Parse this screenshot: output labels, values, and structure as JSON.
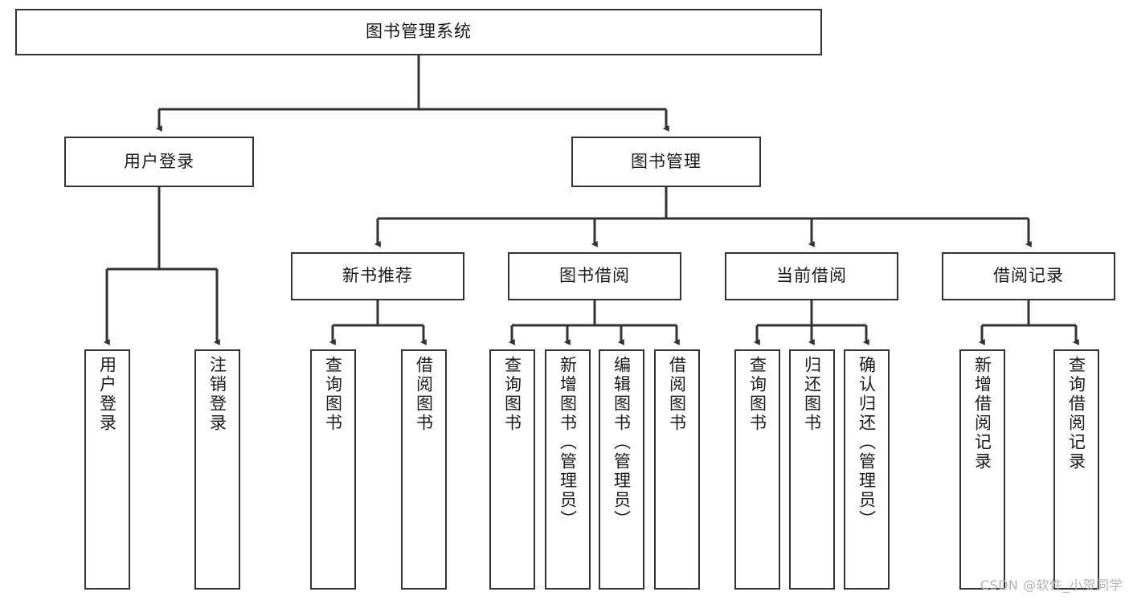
{
  "diagram": {
    "type": "tree",
    "title": "图书管理系统",
    "orientation": "top-down",
    "colors": {
      "node_border": "#333333",
      "node_fill": "#ffffff",
      "connector": "#333333",
      "text": "#1a1a1a",
      "watermark": "#b4b4b4",
      "background": "#ffffff"
    }
  },
  "watermark": {
    "text": "CSDN @软件_小贺同学"
  },
  "root": {
    "label": "图书管理系统"
  },
  "level2": [
    {
      "label": "用户登录"
    },
    {
      "label": "图书管理"
    }
  ],
  "level3": [
    {
      "label": "新书推荐"
    },
    {
      "label": "图书借阅"
    },
    {
      "label": "当前借阅"
    },
    {
      "label": "借阅记录"
    }
  ],
  "leaves": {
    "user_login": [
      {
        "label": "用户登录"
      },
      {
        "label": "注销登录"
      }
    ],
    "new_book": [
      {
        "label": "查询图书"
      },
      {
        "label": "借阅图书"
      }
    ],
    "book_borrow": [
      {
        "label": "查询图书"
      },
      {
        "label": "新增图书（管理员）"
      },
      {
        "label": "编辑图书（管理员）"
      },
      {
        "label": "借阅图书"
      }
    ],
    "current_borrow": [
      {
        "label": "查询图书"
      },
      {
        "label": "归还图书"
      },
      {
        "label": "确认归还（管理员）"
      }
    ],
    "borrow_record": [
      {
        "label": "新增借阅记录"
      },
      {
        "label": "查询借阅记录"
      }
    ]
  }
}
